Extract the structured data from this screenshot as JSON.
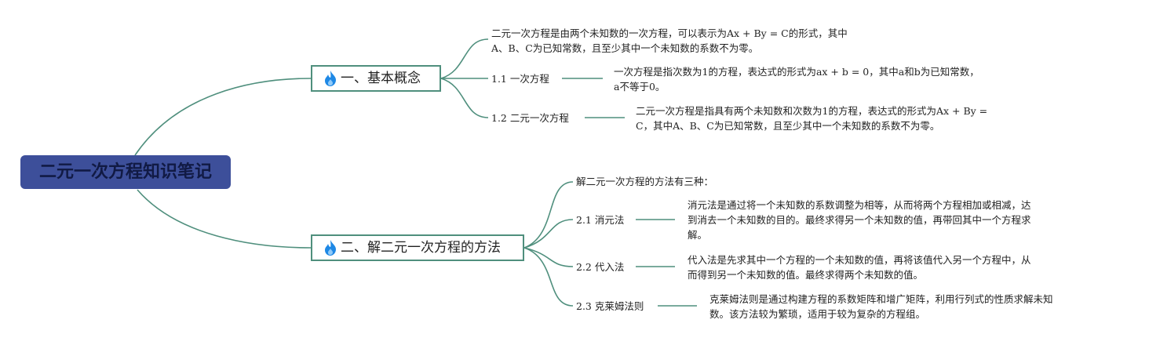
{
  "root": {
    "label": "二元一次方程知识笔记"
  },
  "branches": [
    {
      "label": "一、基本概念",
      "icon": "flame-icon",
      "intro": [
        "二元一次方程是由两个未知数的一次方程，可以表示为Ax + By = C的形式，其中",
        "A、B、C为已知常数，且至少其中一个未知数的系数不为零。"
      ],
      "items": [
        {
          "label": "1.1 一次方程",
          "desc": [
            "一次方程是指次数为1的方程，表达式的形式为ax + b = 0，其中a和b为已知常数，",
            "a不等于0。"
          ]
        },
        {
          "label": "1.2 二元一次方程",
          "desc": [
            "二元一次方程是指具有两个未知数和次数为1的方程，表达式的形式为Ax + By =",
            "C，其中A、B、C为已知常数，且至少其中一个未知数的系数不为零。"
          ]
        }
      ]
    },
    {
      "label": "二、解二元一次方程的方法",
      "icon": "flame-icon",
      "intro": [
        "解二元一次方程的方法有三种："
      ],
      "items": [
        {
          "label": "2.1 消元法",
          "desc": [
            "消元法是通过将一个未知数的系数调整为相等，从而将两个方程相加或相减，达",
            "到消去一个未知数的目的。最终求得另一个未知数的值，再带回其中一个方程求",
            "解。"
          ]
        },
        {
          "label": "2.2 代入法",
          "desc": [
            "代入法是先求其中一个方程的一个未知数的值，再将该值代入另一个方程中，从",
            "而得到另一个未知数的值。最终求得两个未知数的值。"
          ]
        },
        {
          "label": "2.3 克莱姆法则",
          "desc": [
            "克莱姆法则是通过构建方程的系数矩阵和增广矩阵，利用行列式的性质求解未知",
            "数。该方法较为繁琐，适用于较为复杂的方程组。"
          ]
        }
      ]
    }
  ],
  "colors": {
    "root_bg": "#3d4f9a",
    "root_text": "#111a44",
    "line": "#4f8f7d",
    "flame": "#1e88e5"
  }
}
